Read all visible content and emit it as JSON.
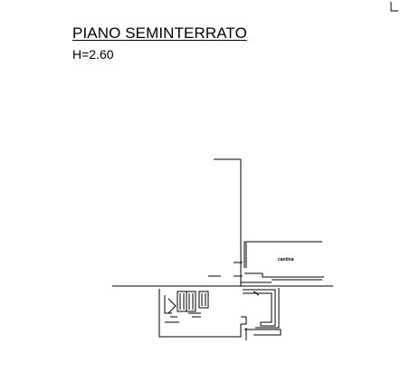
{
  "drawing": {
    "title": "PIANO SEMINTERRATO",
    "height": "H=2.60",
    "room_label": "cantina"
  }
}
